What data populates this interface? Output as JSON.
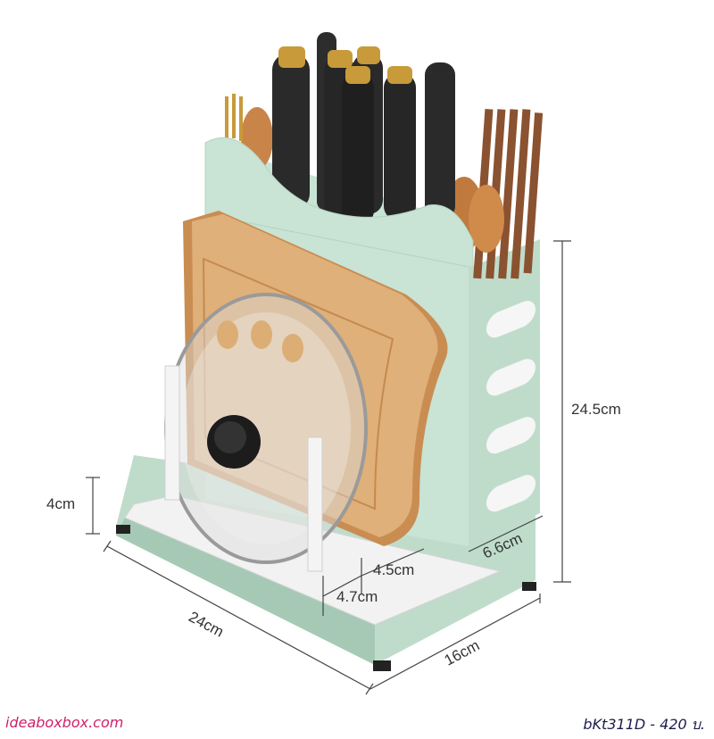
{
  "dimensions": {
    "height": "24.5cm",
    "width": "24cm",
    "depth": "16cm",
    "tray_height": "4cm",
    "compartment_depth": "6.6cm",
    "slot_a": "4.5cm",
    "slot_b": "4.7cm"
  },
  "watermark": {
    "site": "ideaboxbox.com",
    "product_code": "bKt311D - 420 บ."
  },
  "colors": {
    "rack": "#bfdccb",
    "rack_shade": "#a6c9b5",
    "board": "#d9a86c",
    "knife": "#2a2a2a",
    "brass": "#c89a3a",
    "chopsticks": "#8a5230"
  }
}
